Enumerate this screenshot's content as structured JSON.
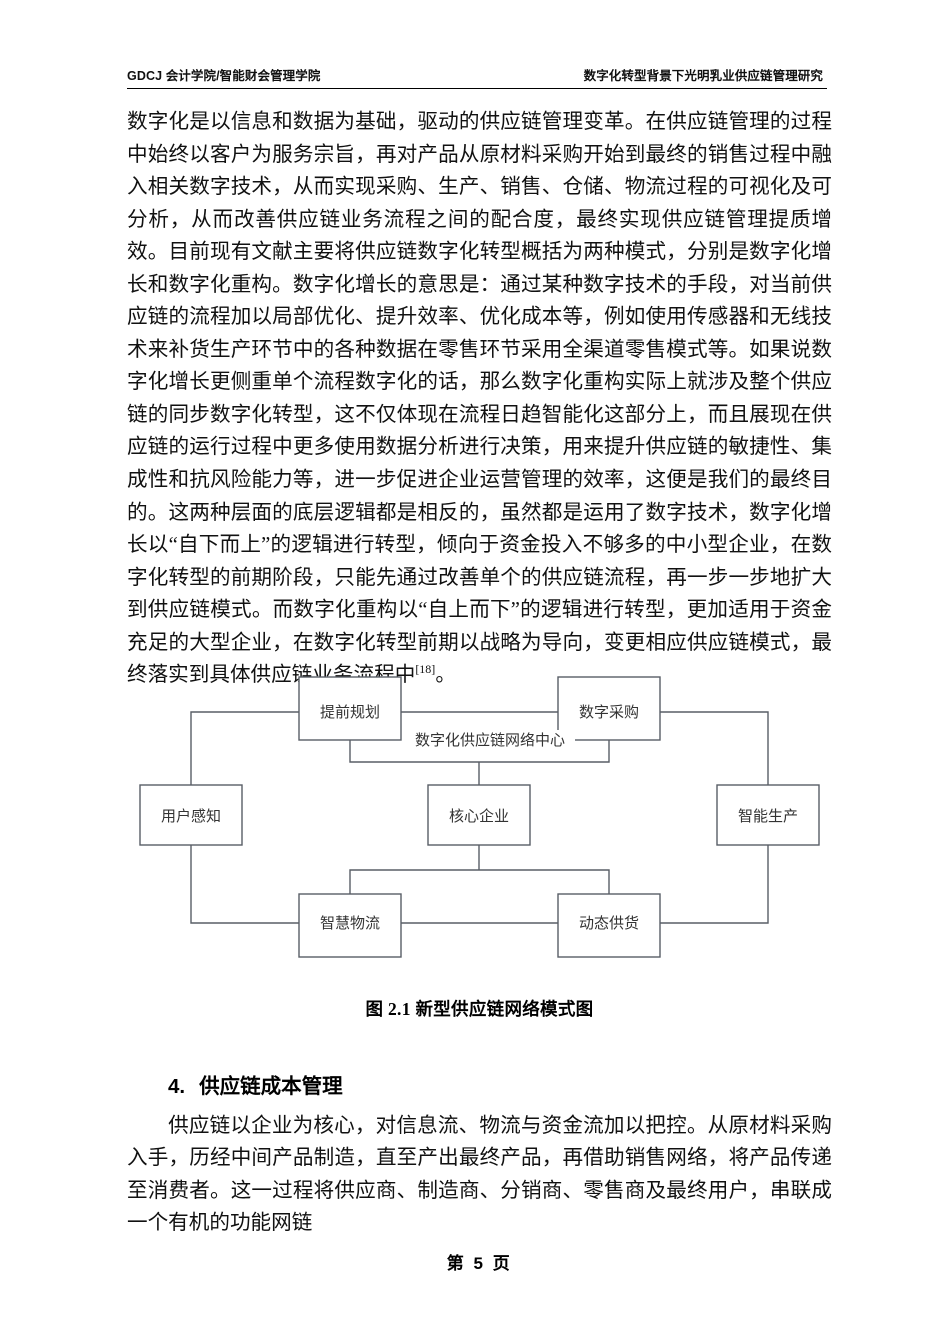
{
  "header": {
    "left": "GDCJ 会计学院/智能财会管理学院",
    "right": "数字化转型背景下光明乳业供应链管理研究"
  },
  "paragraph1": "数字化是以信息和数据为基础，驱动的供应链管理变革。在供应链管理的过程中始终以客户为服务宗旨，再对产品从原材料采购开始到最终的销售过程中融入相关数字技术，从而实现采购、生产、销售、仓储、物流过程的可视化及可分析，从而改善供应链业务流程之间的配合度，最终实现供应链管理提质增效。目前现有文献主要将供应链数字化转型概括为两种模式，分别是数字化增长和数字化重构。数字化增长的意思是：通过某种数字技术的手段，对当前供应链的流程加以局部优化、提升效率、优化成本等，例如使用传感器和无线技术来补货生产环节中的各种数据在零售环节采用全渠道零售模式等。如果说数字化增长更侧重单个流程数字化的话，那么数字化重构实际上就涉及整个供应链的同步数字化转型，这不仅体现在流程日趋智能化这部分上，而且展现在供应链的运行过程中更多使用数据分析进行决策，用来提升供应链的敏捷性、集成性和抗风险能力等，进一步促进企业运营管理的效率，这便是我们的最终目的。这两种层面的底层逻辑都是相反的，虽然都是运用了数字技术，数字化增长以“自下而上”的逻辑进行转型，倾向于资金投入不够多的中小型企业，在数字化转型的前期阶段，只能先通过改善单个的供应链流程，再一步一步地扩大到供应链模式。而数字化重构以“自上而下”的逻辑进行转型，更加适用于资金充足的大型企业，在数字化转型前期以战略为导向，变更相应供应链模式，最终落实到具体供应链业务流程中",
  "paragraph1_footnote": "[18]",
  "paragraph1_tail": "。",
  "figure": {
    "caption": "图 2.1  新型供应链网络模式图",
    "center_label": "数字化供应链网络中心",
    "nodes": [
      {
        "id": "plan",
        "label": "提前规划"
      },
      {
        "id": "purchase",
        "label": "数字采购"
      },
      {
        "id": "user",
        "label": "用户感知"
      },
      {
        "id": "core",
        "label": "核心企业"
      },
      {
        "id": "produce",
        "label": "智能生产"
      },
      {
        "id": "logistics",
        "label": "智慧物流"
      },
      {
        "id": "supply",
        "label": "动态供货"
      }
    ],
    "box_stroke": "#595e66",
    "label_color": "#333333"
  },
  "heading": {
    "number": "4.",
    "title": "供应链成本管理"
  },
  "paragraph2": "供应链以企业为核心，对信息流、物流与资金流加以把控。从原材料采购入手，历经中间产品制造，直至产出最终产品，再借助销售网络，将产品传递至消费者。这一过程将供应商、制造商、分销商、零售商及最终用户，串联成一个有机的功能网链",
  "footer": "第 5 页"
}
